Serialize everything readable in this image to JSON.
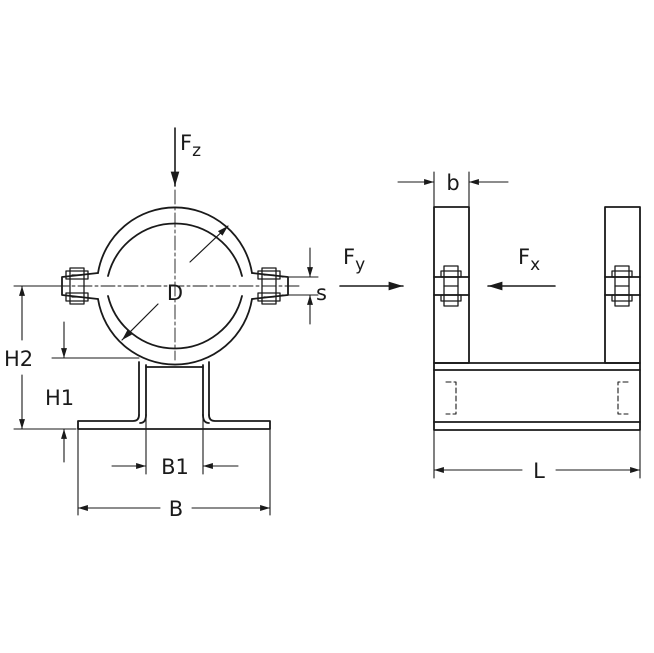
{
  "labels": {
    "force_z": "F",
    "force_z_sub": "z",
    "force_y": "F",
    "force_y_sub": "y",
    "force_x": "F",
    "force_x_sub": "x",
    "diameter": "D",
    "thickness": "s",
    "height_2": "H2",
    "height_1": "H1",
    "base_inner_width": "B1",
    "base_width": "B",
    "band_width": "b",
    "length": "L"
  },
  "colors": {
    "stroke": "#1a1a1a",
    "background": "#ffffff"
  }
}
